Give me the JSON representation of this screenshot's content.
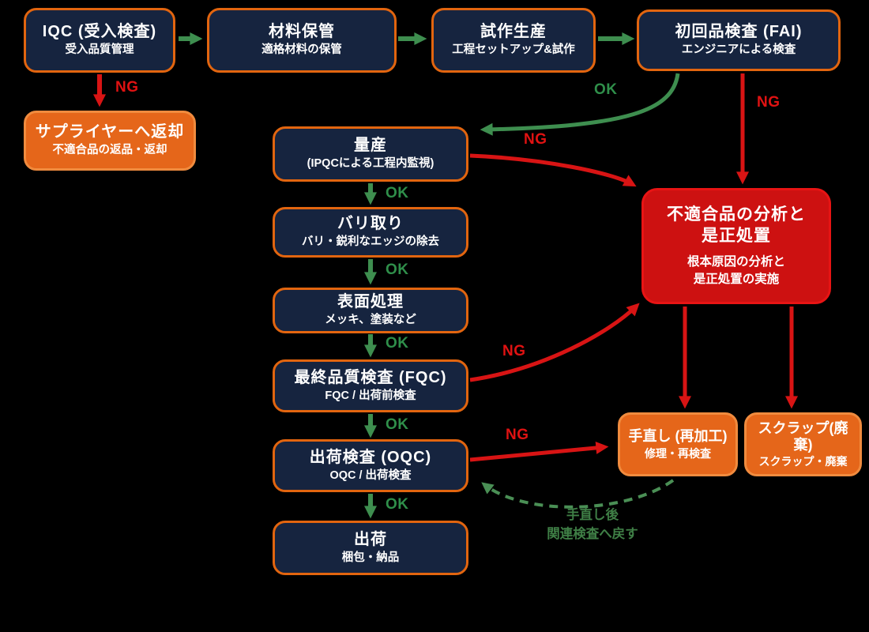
{
  "colors": {
    "background": "#000000",
    "process_box_fill": "#16243f",
    "process_box_border": "#e2650f",
    "action_box_fill": "#e5661a",
    "action_box_border": "#f08b3e",
    "alert_box_fill": "#cd1111",
    "alert_box_border": "#e81414",
    "ok_arrow_green": "#3e8e4f",
    "ng_arrow_red": "#d81414",
    "dashed_return_green": "#4a8f55",
    "text": "#ffffff"
  },
  "nodes": {
    "iqc": {
      "title": "IQC (受入検査)",
      "subtitle": "受入品質管理"
    },
    "material_storage": {
      "title": "材料保管",
      "subtitle": "適格材料の保管"
    },
    "trial_production": {
      "title": "試作生産",
      "subtitle": "工程セットアップ&試作"
    },
    "fai": {
      "title": "初回品検査 (FAI)",
      "subtitle": "エンジニアによる検査"
    },
    "supplier_return": {
      "title": "サプライヤーへ返却",
      "subtitle": "不適合品の返品・返却"
    },
    "mass_production": {
      "title": "量産",
      "subtitle": "(IPQCによる工程内監視)"
    },
    "deburring": {
      "title": "バリ取り",
      "subtitle": "バリ・鋭利なエッジの除去"
    },
    "surface_treatment": {
      "title": "表面処理",
      "subtitle": "メッキ、塗装など"
    },
    "fqc": {
      "title": "最終品質検査 (FQC)",
      "subtitle": "FQC / 出荷前検査"
    },
    "oqc": {
      "title": "出荷検査 (OQC)",
      "subtitle": "OQC / 出荷検査"
    },
    "shipping": {
      "title": "出荷",
      "subtitle": "梱包・納品"
    },
    "capa": {
      "title_line1": "不適合品の分析と",
      "title_line2": "是正処置",
      "subtitle_line1": "根本原因の分析と",
      "subtitle_line2": "是正処置の実施"
    },
    "rework": {
      "title": "手直し (再加工)",
      "subtitle": "修理・再検査"
    },
    "scrap": {
      "title": "スクラップ(廃棄)",
      "subtitle": "スクラップ・廃棄"
    }
  },
  "edge_labels": {
    "iqc_ng": "NG",
    "fai_ok": "OK",
    "fai_ng": "NG",
    "mass_ng": "NG",
    "fqc_ng": "NG",
    "oqc_ng": "NG",
    "ok_mass_deburr": "OK",
    "ok_deburr_surface": "OK",
    "ok_surface_fqc": "OK",
    "ok_fqc_oqc": "OK",
    "ok_oqc_ship": "OK",
    "rework_note_line1": "手直し後",
    "rework_note_line2": "関連検査へ戻す"
  },
  "edges": [
    {
      "from": "iqc",
      "to": "material_storage",
      "label": "",
      "style": "green-solid"
    },
    {
      "from": "material_storage",
      "to": "trial_production",
      "label": "",
      "style": "green-solid"
    },
    {
      "from": "trial_production",
      "to": "fai",
      "label": "",
      "style": "green-solid"
    },
    {
      "from": "iqc",
      "to": "supplier_return",
      "label": "NG",
      "style": "red-solid"
    },
    {
      "from": "fai",
      "to": "mass_production",
      "label": "OK",
      "style": "green-solid"
    },
    {
      "from": "fai",
      "to": "capa",
      "label": "NG",
      "style": "red-solid"
    },
    {
      "from": "mass_production",
      "to": "deburring",
      "label": "OK",
      "style": "green-solid"
    },
    {
      "from": "mass_production",
      "to": "capa",
      "label": "NG",
      "style": "red-solid"
    },
    {
      "from": "deburring",
      "to": "surface_treatment",
      "label": "OK",
      "style": "green-solid"
    },
    {
      "from": "surface_treatment",
      "to": "fqc",
      "label": "OK",
      "style": "green-solid"
    },
    {
      "from": "fqc",
      "to": "oqc",
      "label": "OK",
      "style": "green-solid"
    },
    {
      "from": "fqc",
      "to": "capa",
      "label": "NG",
      "style": "red-solid"
    },
    {
      "from": "oqc",
      "to": "shipping",
      "label": "OK",
      "style": "green-solid"
    },
    {
      "from": "oqc",
      "to": "rework",
      "label": "NG",
      "style": "red-solid"
    },
    {
      "from": "capa",
      "to": "rework",
      "label": "",
      "style": "red-solid"
    },
    {
      "from": "capa",
      "to": "scrap",
      "label": "",
      "style": "red-solid"
    },
    {
      "from": "rework",
      "to": "oqc",
      "label": "手直し後 関連検査へ戻す",
      "style": "green-dashed"
    }
  ]
}
